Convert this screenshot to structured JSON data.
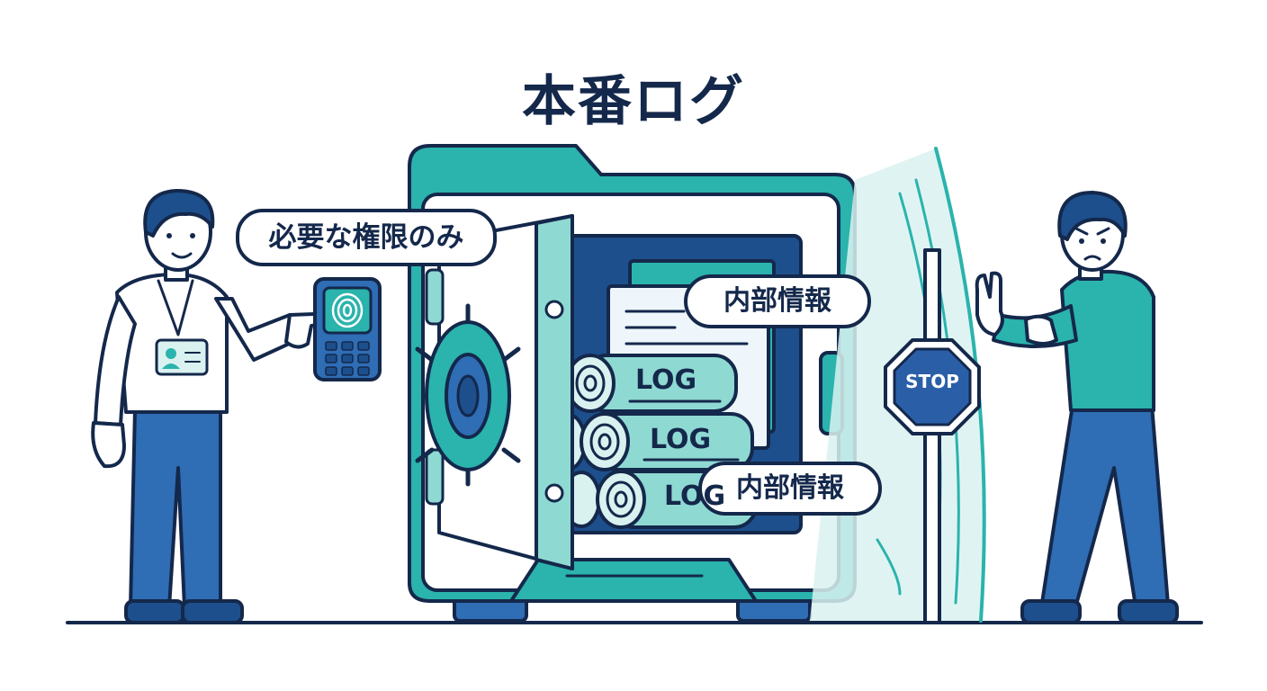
{
  "title": "本番ログ",
  "labels": {
    "access_bubble": "必要な権限のみ",
    "internal_info_1": "内部情報",
    "internal_info_2": "内部情報",
    "log_1": "LOG",
    "log_2": "LOG",
    "log_3": "LOG",
    "stop_sign": "STOP"
  },
  "colors": {
    "navy": "#14284b",
    "blue": "#2f6db5",
    "teal": "#2bb3ad",
    "light_teal": "#8fd9d3",
    "pale_teal": "#d9f2f0",
    "sign_blue": "#2a5fa8",
    "white": "#ffffff"
  },
  "icons": [
    "fingerprint-icon",
    "id-badge-icon",
    "stop-sign-icon",
    "safe-dial-icon",
    "keypad-icon"
  ]
}
